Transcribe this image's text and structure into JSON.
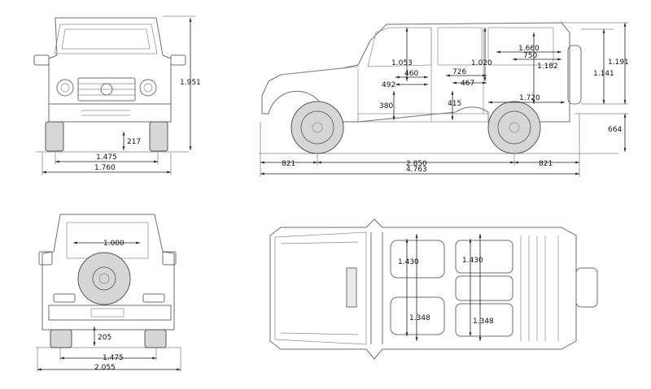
{
  "views": {
    "front": {
      "height": "1.951",
      "ground_clearance": "217",
      "track": "1.475",
      "width": "1.760"
    },
    "side": {
      "front_overhang": "821",
      "wheelbase": "2.850",
      "rear_overhang": "821",
      "length": "4.763",
      "height": "1.191",
      "roof_to_floor": "1.141",
      "interior_height_rear": "1.182",
      "floor_height": "664",
      "front_headroom": "1.053",
      "rear_headroom": "1.020",
      "cargo_length_upper": "1.660",
      "cargo_length_mid": "750",
      "cargo_floor_length": "1.720",
      "front_seat_depth": "460",
      "front_seat_depth_2": "492",
      "rear_legroom": "726",
      "rear_seat_depth": "467",
      "front_seat_height": "380",
      "rear_seat_height": "415"
    },
    "rear": {
      "glass_width": "1.000",
      "ground_clearance": "205",
      "track": "1.475",
      "width_mirrors": "2.055"
    },
    "top": {
      "front_shoulder_width": "1.430",
      "rear_shoulder_width": "1.430",
      "front_hip_width": "1.348",
      "rear_hip_width": "1.348"
    }
  }
}
